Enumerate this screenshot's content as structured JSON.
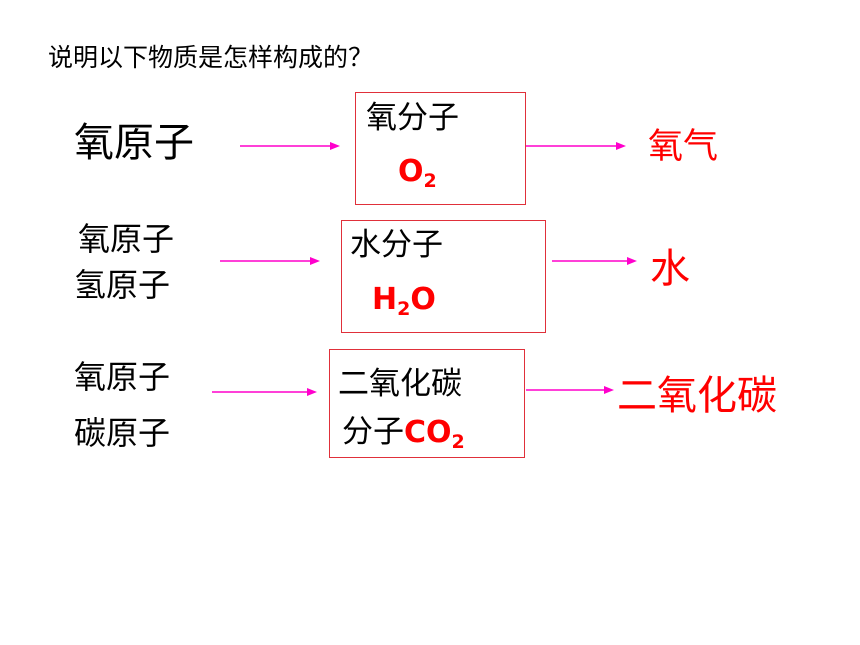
{
  "title": "说明以下物质是怎样构成的？",
  "colors": {
    "accent_red": "#ff0000",
    "arrow_magenta": "#ff00cc",
    "box_border": "#e0303a"
  },
  "rows": [
    {
      "atoms": [
        "氧原子"
      ],
      "molecule": "氧分子",
      "formula": {
        "base": "O",
        "sub": "2",
        "tail": ""
      },
      "product": "氧气"
    },
    {
      "atoms": [
        "氧原子",
        "氢原子"
      ],
      "molecule": "水分子",
      "formula": {
        "base": "H",
        "sub": "2",
        "tail": "O"
      },
      "product": "水"
    },
    {
      "atoms": [
        "氧原子",
        "碳原子"
      ],
      "molecule_line1": "二氧化碳",
      "molecule_line2": "分子",
      "formula": {
        "base": "CO",
        "sub": "2",
        "tail": ""
      },
      "product": "二氧化碳"
    }
  ]
}
